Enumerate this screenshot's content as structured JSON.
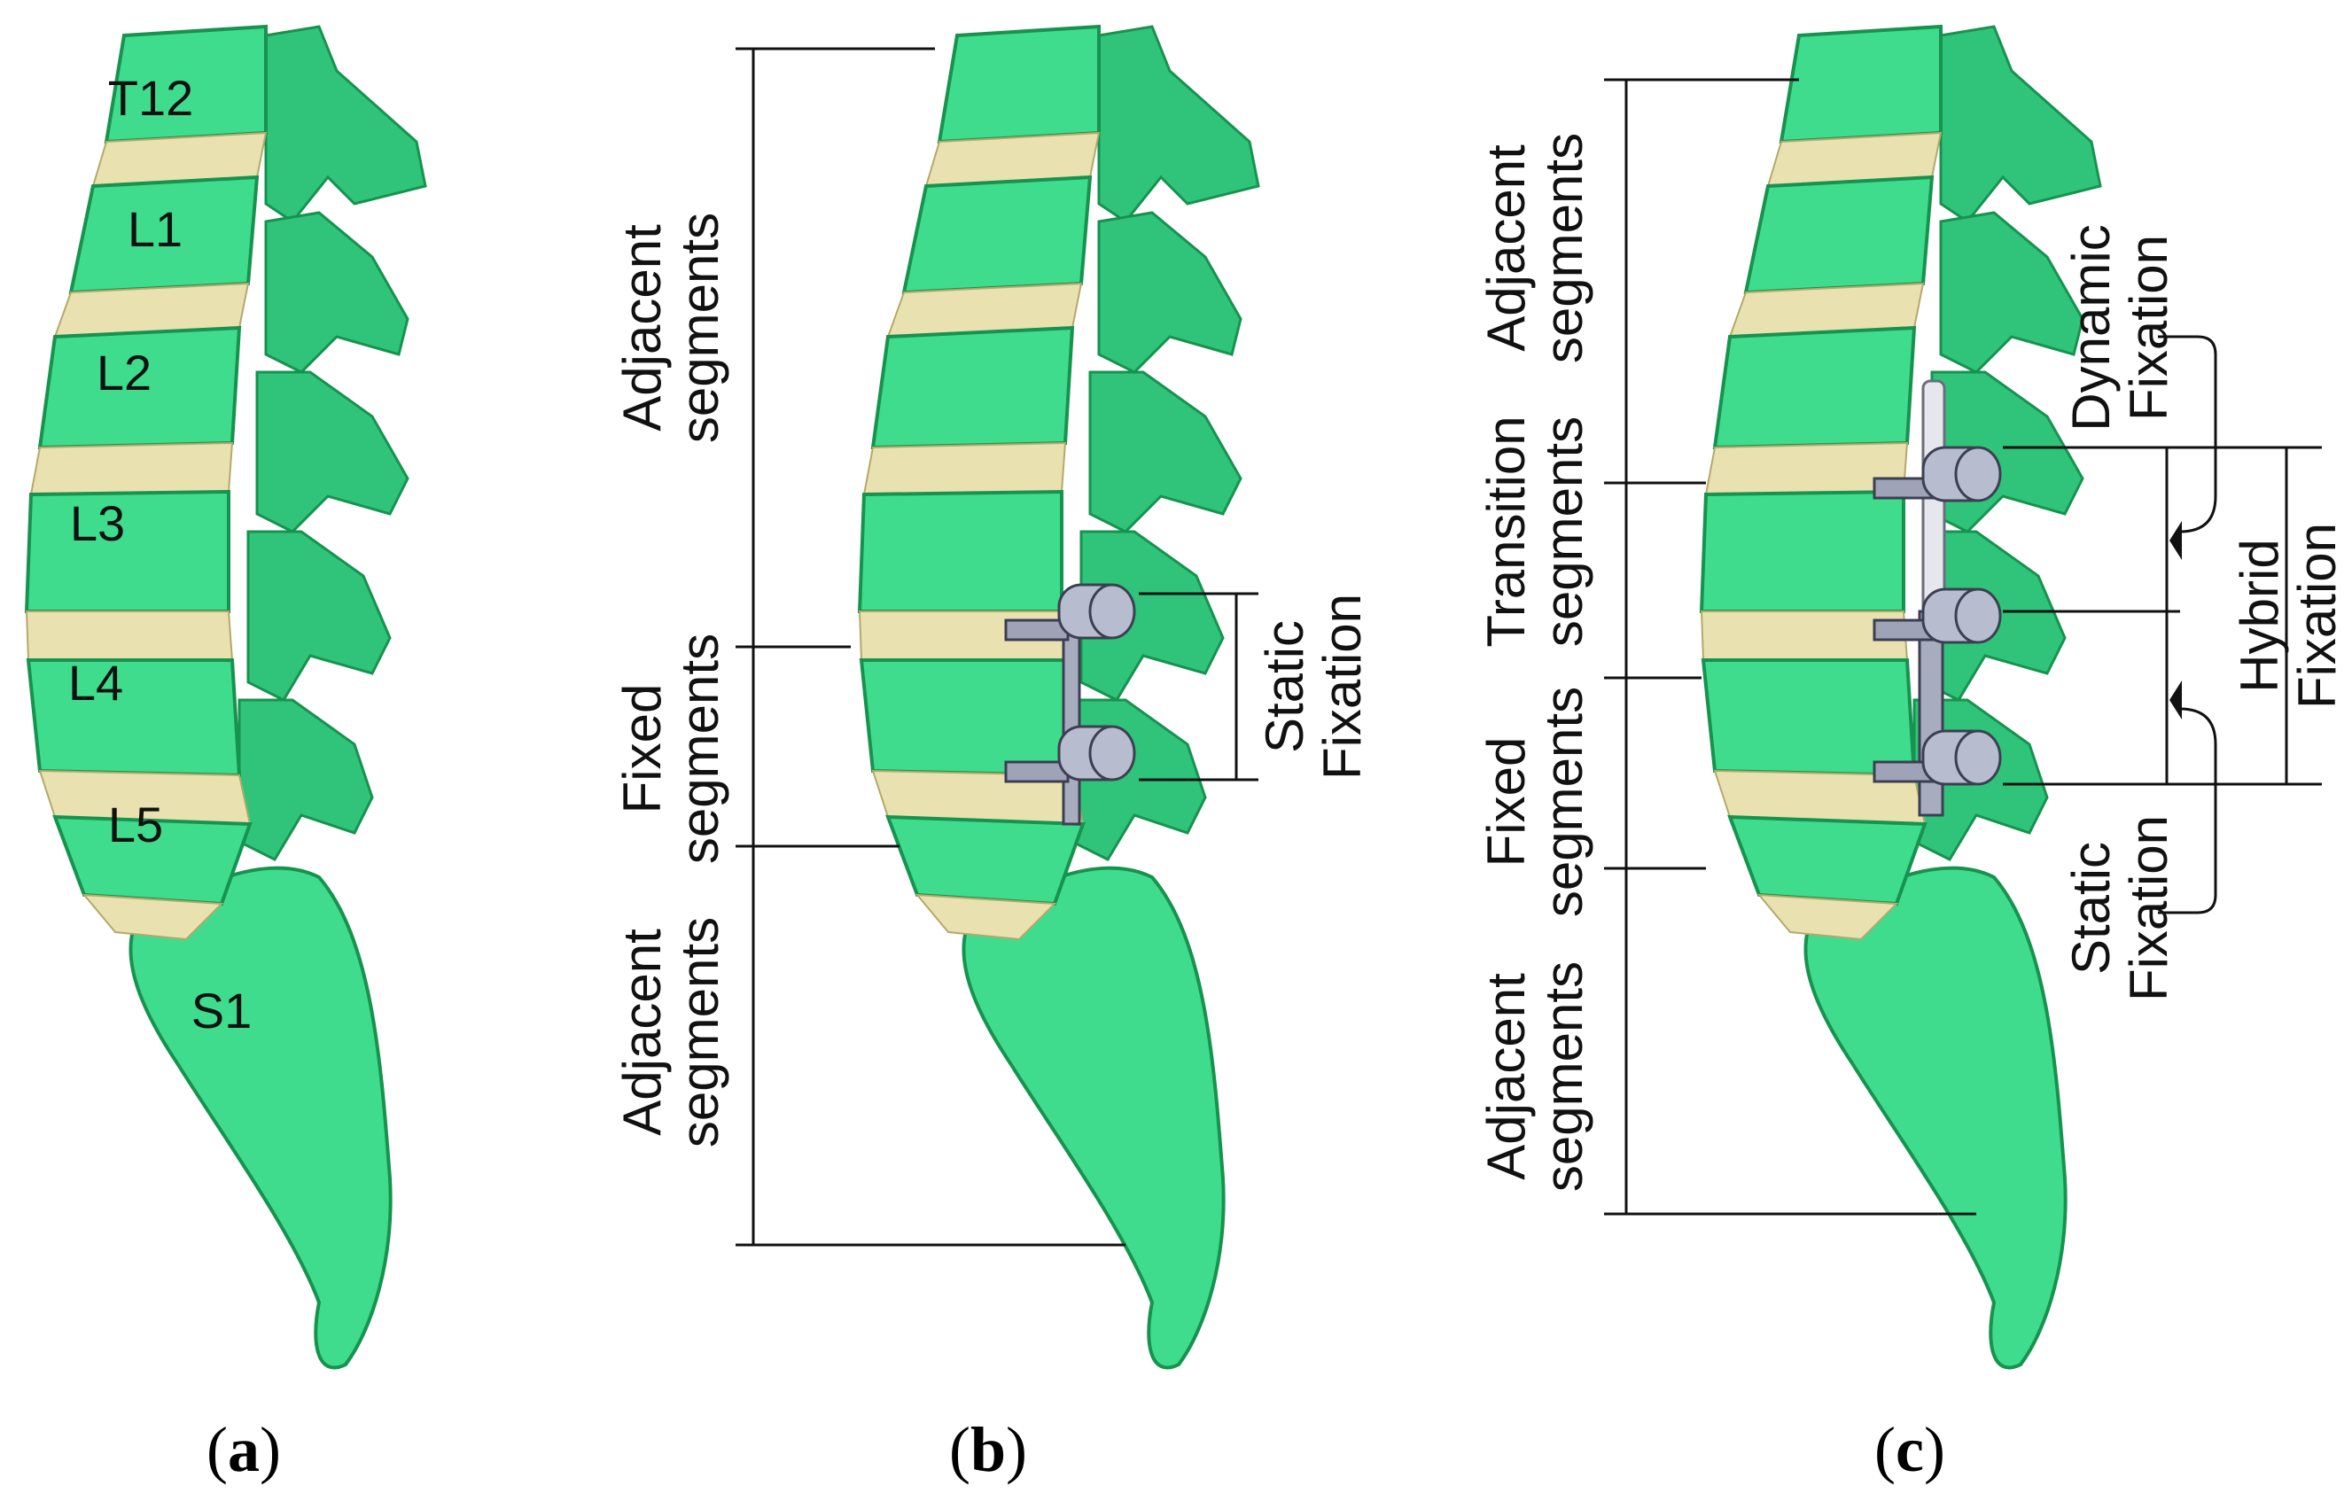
{
  "panel_a": {
    "levels": [
      "T12",
      "L1",
      "L2",
      "L3",
      "L4",
      "L5",
      "S1"
    ],
    "caption_letter": "a"
  },
  "panel_b": {
    "adjacent_top": [
      "Adjacent",
      "segments"
    ],
    "fixed": [
      "Fixed",
      "segments"
    ],
    "adjacent_bottom": [
      "Adjacent",
      "segments"
    ],
    "static_fixation": [
      "Static",
      "Fixation"
    ],
    "caption_letter": "b"
  },
  "panel_c": {
    "adjacent_top": [
      "Adjacent",
      "segments"
    ],
    "transition": [
      "Transition",
      "segments"
    ],
    "fixed": [
      "Fixed",
      "segments"
    ],
    "adjacent_bottom": [
      "Adjacent",
      "segments"
    ],
    "dynamic_fixation": [
      "Dynamic",
      "Fixation"
    ],
    "hybrid_fixation": [
      "Hybrid",
      "Fixation"
    ],
    "static_fixation": [
      "Static",
      "Fixation"
    ],
    "caption_letter": "c"
  },
  "colors": {
    "bone": "#3fdc8d",
    "disc": "#e9e2b0",
    "implant": "#9fa3b8"
  }
}
